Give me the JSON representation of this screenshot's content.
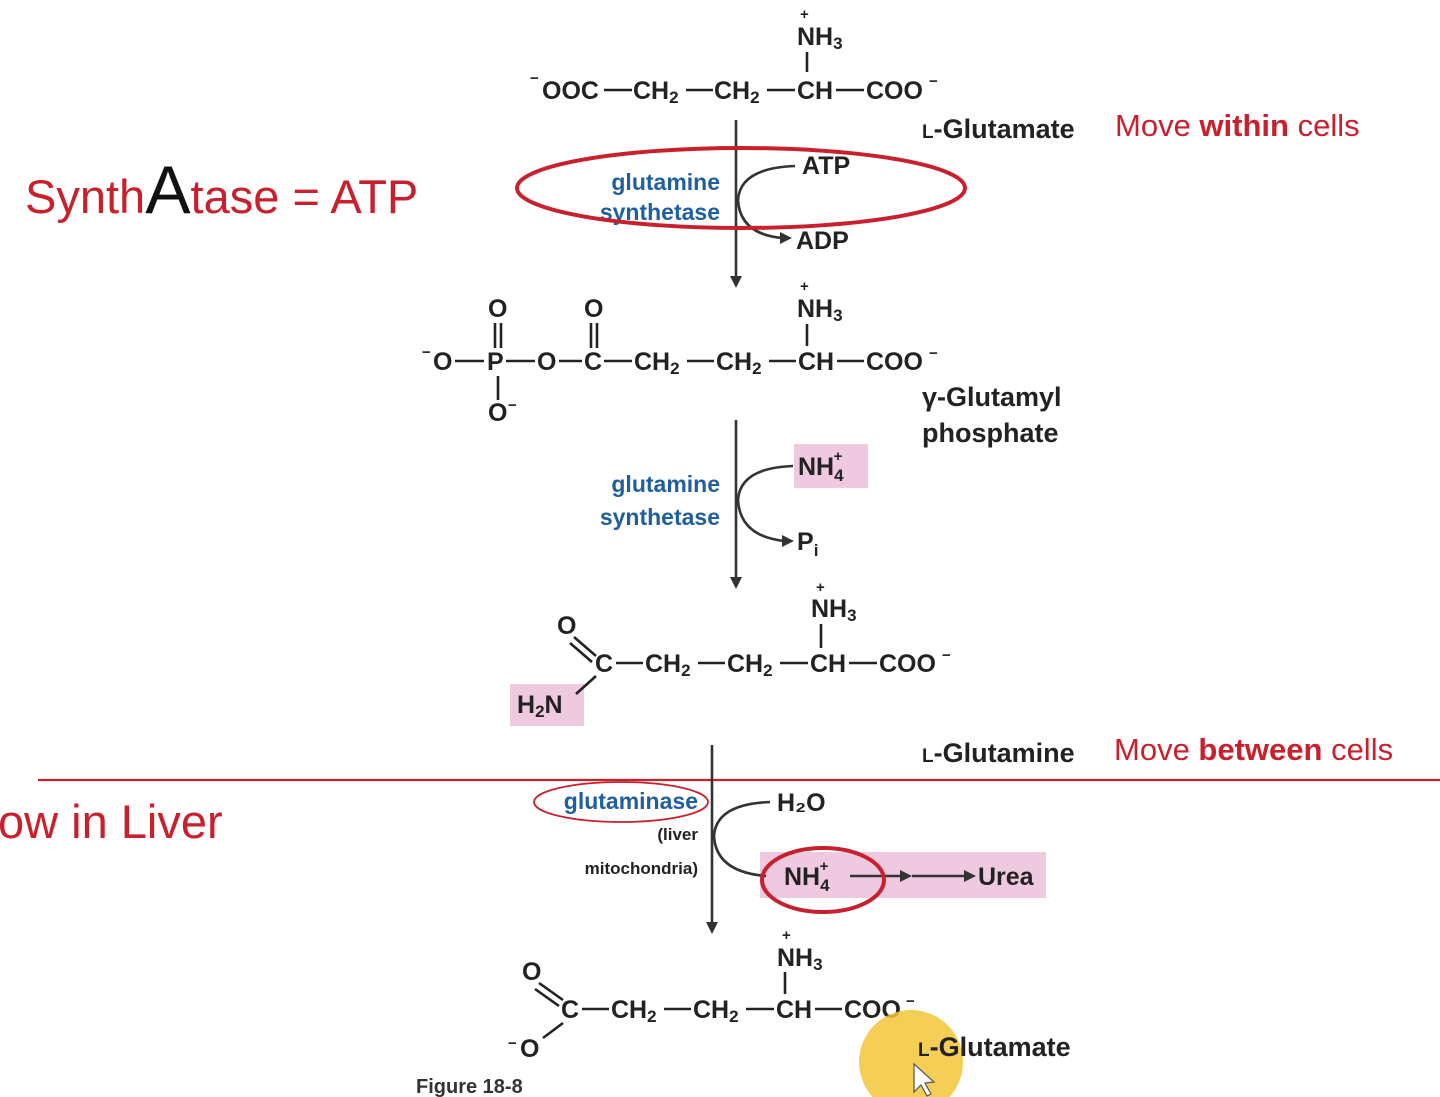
{
  "annotations": {
    "synthatase_a": "Synth",
    "synthatase_b": "A",
    "synthatase_c": "tase = ATP",
    "move_within_1": "Move ",
    "move_within_2": "within",
    "move_within_3": " cells",
    "move_between_1": "Move ",
    "move_between_2": "between",
    "move_between_3": " cells",
    "now_in_liver": "ow in Liver"
  },
  "compounds": {
    "glutamate_top": "L-Glutamate",
    "glutamyl_phosphate_1": "γ-Glutamyl",
    "glutamyl_phosphate_2": "phosphate",
    "glutamine": "L-Glutamine",
    "glutamate_bottom": "L-Glutamate"
  },
  "enzymes": {
    "gs1_line1": "glutamine",
    "gs1_line2": "synthetase",
    "gs2_line1": "glutamine",
    "gs2_line2": "synthetase",
    "glutaminase": "glutaminase",
    "liver_1": "(liver",
    "liver_2": "mitochondria)"
  },
  "cosubstrates": {
    "atp": "ATP",
    "adp": "ADP",
    "nh4_in": "NH",
    "pi": "P",
    "h2o": "H₂O",
    "nh4_out": "NH",
    "urea": "Urea"
  },
  "caption": "Figure 18-8",
  "colors": {
    "annotation_red": "#c8202c",
    "enzyme_blue": "#1f5fa0",
    "highlight_pink": "#efc9df",
    "cursor_yellow": "#f2c537"
  }
}
